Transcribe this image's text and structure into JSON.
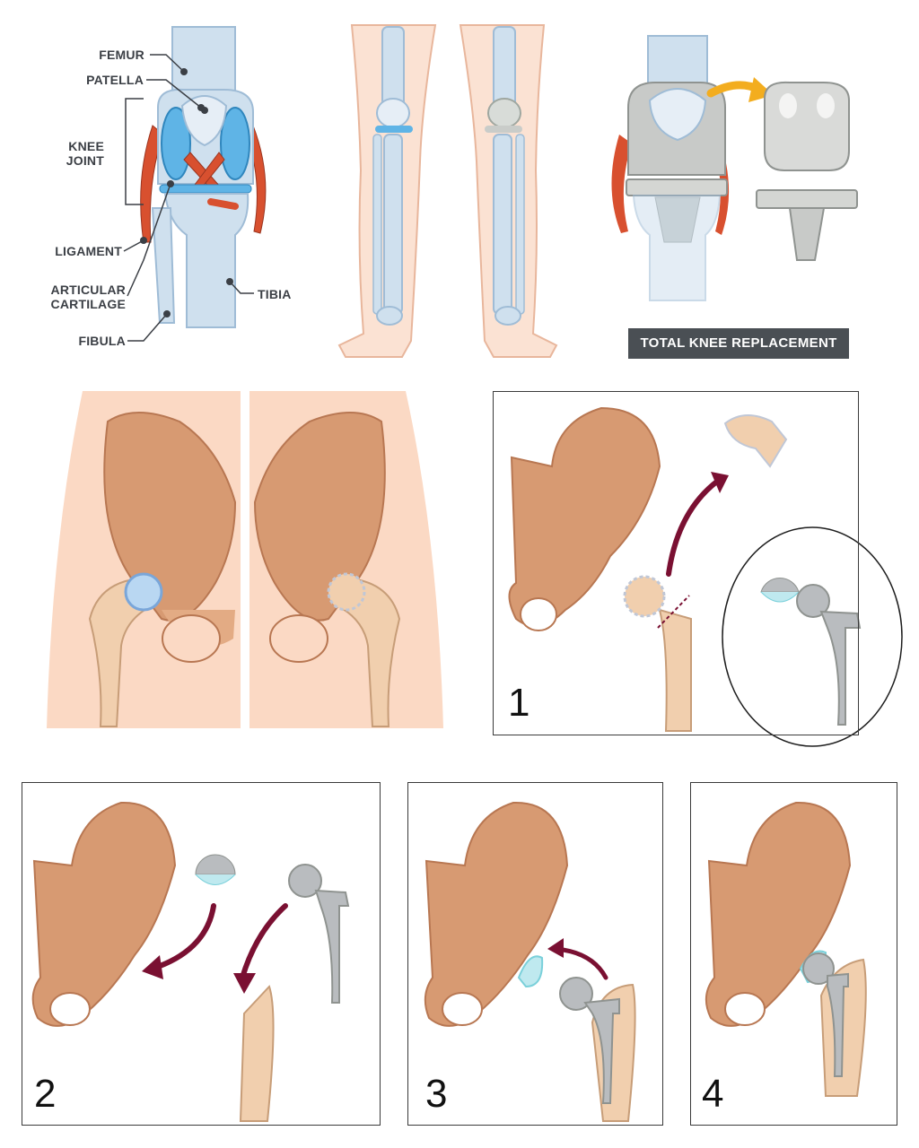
{
  "knee_labels": {
    "femur": "FEMUR",
    "patella": "PATELLA",
    "knee_joint_line1": "KNEE",
    "knee_joint_line2": "JOINT",
    "ligament": "LIGAMENT",
    "articular_cartilage_line1": "ARTICULAR",
    "articular_cartilage_line2": "CARTILAGE",
    "fibula": "FIBULA",
    "tibia": "TIBIA"
  },
  "banner": {
    "text": "TOTAL KNEE REPLACEMENT"
  },
  "steps": [
    "1",
    "2",
    "3",
    "4"
  ],
  "colors": {
    "bone_blue": "#cfe0ee",
    "bone_blue_dark": "#9fbcd6",
    "cartilage_blue": "#5fb4e6",
    "muscle_red": "#d8502f",
    "skin": "#fbd9c4",
    "pelvis": "#d79a72",
    "femur_bone": "#f1cfae",
    "implant_grey": "#b9bcbf",
    "arrow_maroon": "#7a1032",
    "arrow_orange": "#f3ad1f",
    "banner_bg": "#4a4f54"
  },
  "icons": [
    "knee-anatomy-illustration",
    "legs-illustration",
    "knee-implant-illustration",
    "hip-illustration",
    "hip-implant-illustration",
    "curved-arrow-icon"
  ]
}
